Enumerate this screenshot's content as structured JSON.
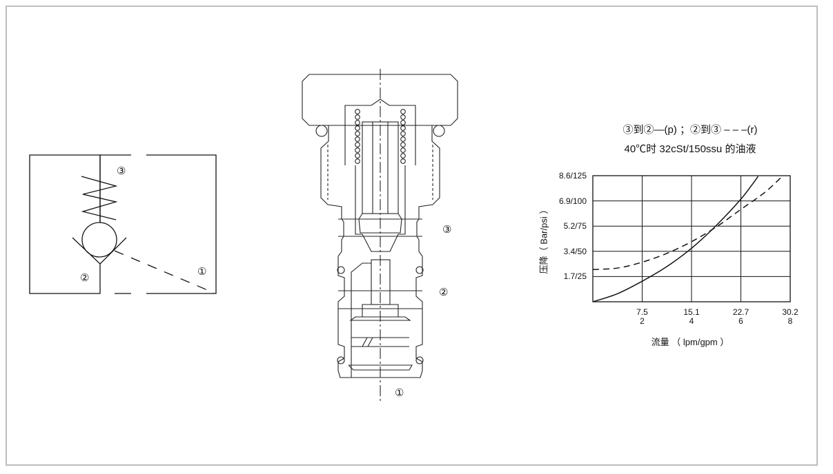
{
  "schematic": {
    "port3": "③",
    "port2": "②",
    "port1": "①"
  },
  "cartridge": {
    "port3": "③",
    "port2": "②",
    "port1": "①"
  },
  "chart_data": {
    "type": "line",
    "title": "③到②—(p) ；②到③ – – –(r)",
    "subtitle": "40℃时 32cSt/150ssu 的油液",
    "xlabel": "流量 （ lpm/gpm ）",
    "ylabel": "压降（ Bar/psi ）",
    "xlim": [
      0,
      8
    ],
    "ylim": [
      0,
      8.6
    ],
    "x_ticks": [
      {
        "value": 2,
        "lpm": "7.5",
        "gpm": "2"
      },
      {
        "value": 4,
        "lpm": "15.1",
        "gpm": "4"
      },
      {
        "value": 6,
        "lpm": "22.7",
        "gpm": "6"
      },
      {
        "value": 8,
        "lpm": "30.2",
        "gpm": "8"
      }
    ],
    "y_ticks": [
      {
        "value": 1.72,
        "label": "1.7/25"
      },
      {
        "value": 3.44,
        "label": "3.4/50"
      },
      {
        "value": 5.16,
        "label": "5.2/75"
      },
      {
        "value": 6.88,
        "label": "6.9/100"
      },
      {
        "value": 8.6,
        "label": "8.6/125"
      }
    ],
    "grid": true,
    "series": [
      {
        "name": "p (③到②)",
        "style": "solid",
        "x": [
          0,
          1,
          2,
          3,
          4,
          5,
          6,
          6.7
        ],
        "y": [
          0,
          0.55,
          1.4,
          2.4,
          3.65,
          5.2,
          7.0,
          8.55
        ]
      },
      {
        "name": "r (②到③)",
        "style": "dashed",
        "x": [
          0,
          1,
          2,
          3,
          4,
          5,
          6,
          7,
          7.7
        ],
        "y": [
          2.2,
          2.3,
          2.7,
          3.3,
          4.1,
          5.1,
          6.3,
          7.5,
          8.6
        ]
      }
    ]
  }
}
